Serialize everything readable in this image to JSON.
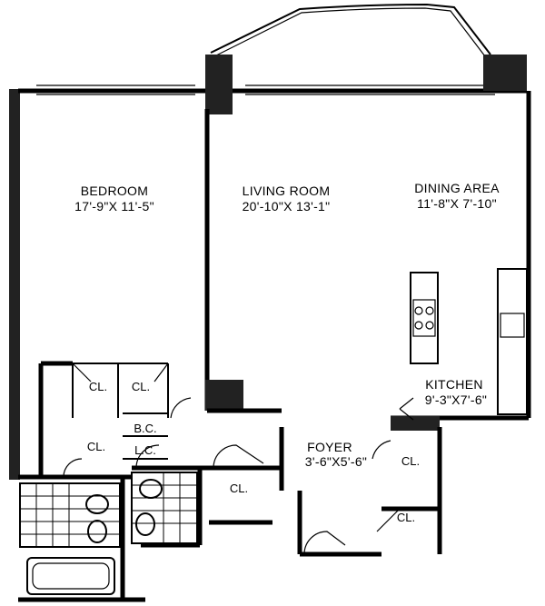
{
  "rooms": {
    "bedroom": {
      "name": "BEDROOM",
      "dims": "17'-9\"X 11'-5\""
    },
    "living_room": {
      "name": "LIVING ROOM",
      "dims": "20'-10\"X 13'-1\""
    },
    "dining_area": {
      "name": "DINING AREA",
      "dims": "11'-8\"X 7'-10\""
    },
    "kitchen": {
      "name": "KITCHEN",
      "dims": "9'-3\"X7'-6\""
    },
    "foyer": {
      "name": "FOYER",
      "dims": "3'-6\"X5'-6\""
    }
  },
  "closets": {
    "cl_1": "CL.",
    "cl_2": "CL.",
    "cl_3": "CL.",
    "cl_4": "CL.",
    "cl_5": "CL.",
    "cl_6": "CL.",
    "bc": "B.C.",
    "lc": "L.C."
  }
}
